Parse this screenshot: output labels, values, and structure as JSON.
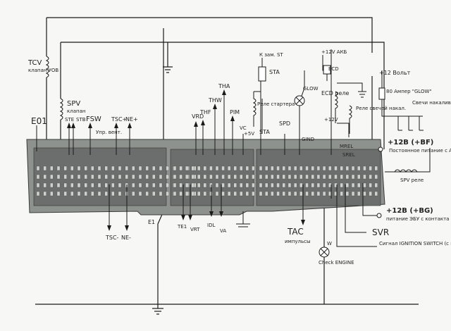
{
  "labels": {
    "tcv": "TCV",
    "tcv_sub": "клапан УОВ",
    "e01": "E01",
    "spv": "SPV",
    "spv_sub": "клапан",
    "ste": "STE",
    "stb": "STB",
    "fsw": "FSW",
    "fsw_sub": "Упр. вент.",
    "tsc_plus": "TSC+",
    "ne_plus": "NE+",
    "vrd": "VRD",
    "thf": "THF",
    "thw": "THW",
    "tha": "THA",
    "pim": "PIM",
    "vc": "VC",
    "vc_sub": "+5V",
    "sta": "STA",
    "sta_top": "К зам. ST",
    "rele_starter": "Реле стартера",
    "sta2": "STA",
    "spd": "SPD",
    "glow": "GLOW",
    "gind": "GIND",
    "plus12_akb": "+12V АКБ",
    "ecd": "ECD",
    "ecd_rele": "ECD реле",
    "rele_svech": "Реле свечей накал.",
    "plus12_volt": "+12 Вольт",
    "amper80": "80 Ампер \"GLOW\"",
    "svechi": "Свечи накаливания",
    "mrel": "MREL",
    "srel": "SREL",
    "bf": "+12В (+BF)",
    "bf_sub": "Постоянное питание с АКБ",
    "spv_rele": "SPV реле",
    "bg": "+12В (+BG)",
    "bg_sub": "питание ЭБУ с контакта реле ECD (вход IGN SW ON)",
    "svr": "SVR",
    "ign": "Сигнал IGNITION SWITCH (с ключа зажигания)",
    "w": "W",
    "check": "Check ENGINE",
    "tac": "TAC",
    "tac_sub": "импульсы",
    "e1": "E1",
    "te1": "TE1",
    "vrt": "VRT",
    "idl": "IDL",
    "va": "VA",
    "tsc_minus": "TSC-",
    "ne_minus": "NE-",
    "plus12_sub": "+12V"
  },
  "colors": {
    "wire": "#1a1a1a",
    "ecu_body": "#8e928f",
    "ecu_dark": "#4a4d4b",
    "connector": "#c9cbc8"
  }
}
